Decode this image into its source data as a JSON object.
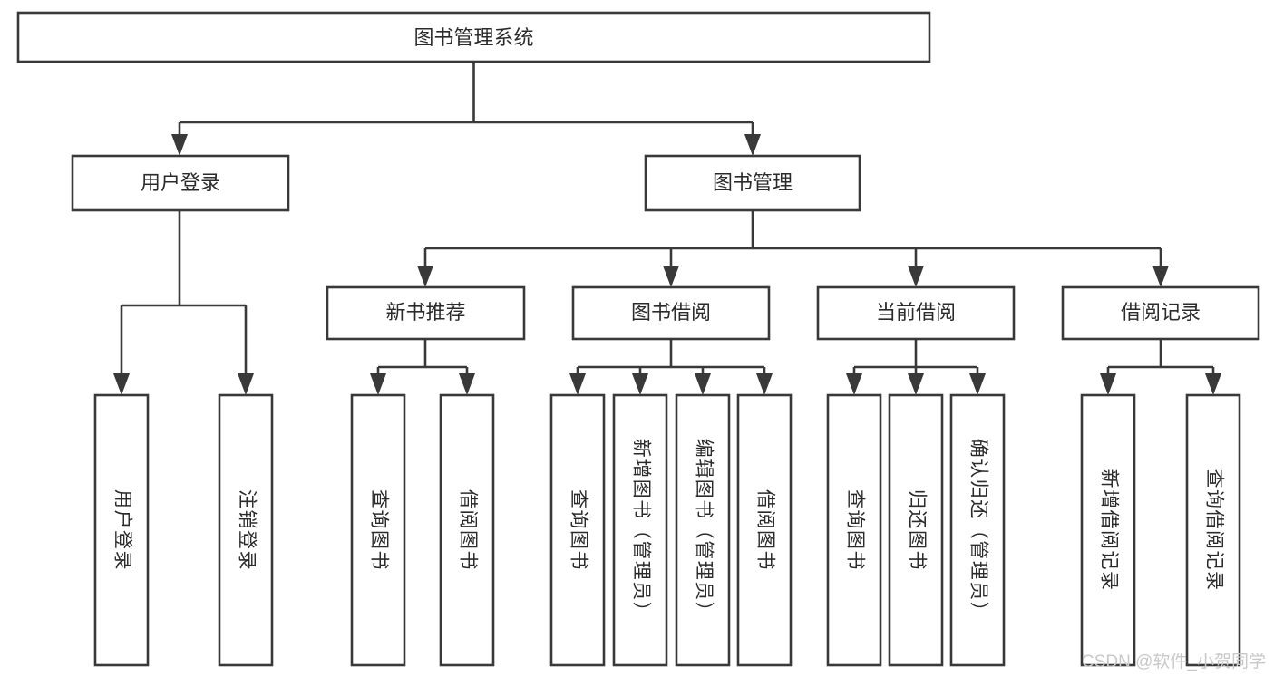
{
  "diagram": {
    "type": "tree-hierarchy-flowchart",
    "root": {
      "id": "root",
      "label": "图书管理系统"
    },
    "level2": [
      {
        "id": "user-login",
        "label": "用户登录"
      },
      {
        "id": "book-management",
        "label": "图书管理"
      }
    ],
    "level3": [
      {
        "id": "new-book-recommend",
        "label": "新书推荐"
      },
      {
        "id": "book-borrow",
        "label": "图书借阅"
      },
      {
        "id": "current-borrow",
        "label": "当前借阅"
      },
      {
        "id": "borrow-record",
        "label": "借阅记录"
      }
    ],
    "leaves": [
      {
        "id": "leaf-user-login",
        "label": "用户登录",
        "parent": "user-login"
      },
      {
        "id": "leaf-logout-login",
        "label": "注销登录",
        "parent": "user-login"
      },
      {
        "id": "leaf-query-book-1",
        "label": "查询图书",
        "parent": "new-book-recommend"
      },
      {
        "id": "leaf-borrow-book-1",
        "label": "借阅图书",
        "parent": "new-book-recommend"
      },
      {
        "id": "leaf-query-book-2",
        "label": "查询图书",
        "parent": "book-borrow"
      },
      {
        "id": "leaf-add-book",
        "label": "新增图书（管理员）",
        "parent": "book-borrow"
      },
      {
        "id": "leaf-edit-book",
        "label": "编辑图书（管理员）",
        "parent": "book-borrow"
      },
      {
        "id": "leaf-borrow-book-2",
        "label": "借阅图书",
        "parent": "book-borrow"
      },
      {
        "id": "leaf-query-book-3",
        "label": "查询图书",
        "parent": "current-borrow"
      },
      {
        "id": "leaf-return-book",
        "label": "归还图书",
        "parent": "current-borrow"
      },
      {
        "id": "leaf-confirm-return",
        "label": "确认归还（管理员）",
        "parent": "current-borrow"
      },
      {
        "id": "leaf-add-record",
        "label": "新增借阅记录",
        "parent": "borrow-record"
      },
      {
        "id": "leaf-query-record",
        "label": "查询借阅记录",
        "parent": "borrow-record"
      }
    ],
    "watermark": "CSDN @软件_小贺同学",
    "colors": {
      "stroke": "#393939",
      "fill": "#ffffff",
      "text": "#2b2b2b",
      "watermark": "#c9c9c9",
      "background": "#ffffff"
    }
  }
}
